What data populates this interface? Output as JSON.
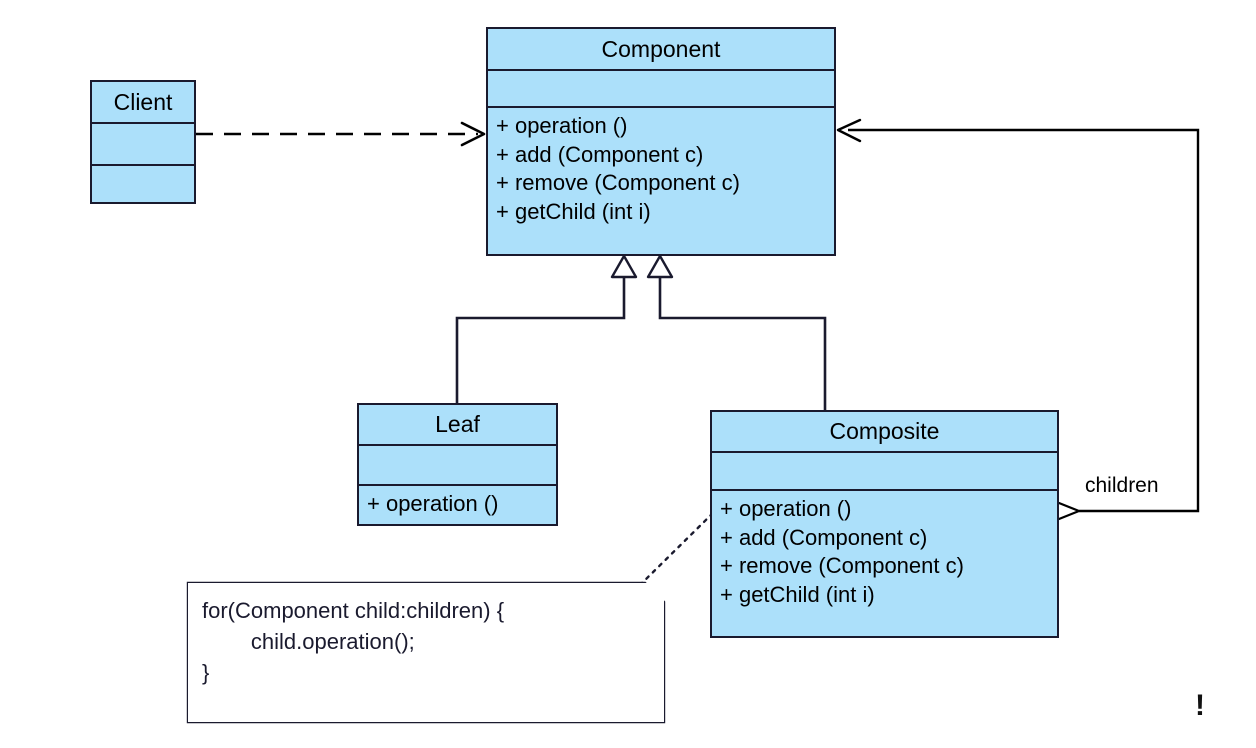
{
  "diagram": {
    "title": "Composite Pattern UML Class Diagram",
    "type": "uml-class-diagram",
    "background_color": "#ffffff",
    "class_fill_color": "#ace0fa",
    "class_border_color": "#1a1a2e",
    "line_color": "#000000"
  },
  "classes": [
    {
      "id": "client",
      "name": "Client",
      "attributes": [],
      "operations": []
    },
    {
      "id": "component",
      "name": "Component",
      "attributes": [],
      "operations": [
        "+ operation ()",
        "+ add (Component c)",
        "+ remove (Component c)",
        "+ getChild (int i)"
      ]
    },
    {
      "id": "leaf",
      "name": "Leaf",
      "attributes": [],
      "operations": [
        "+  operation ()"
      ]
    },
    {
      "id": "composite",
      "name": "Composite",
      "attributes": [],
      "operations": [
        "+ operation ()",
        "+ add (Component c)",
        "+ remove (Component c)",
        "+ getChild (int i)"
      ]
    }
  ],
  "note": {
    "id": "composite-operation-note",
    "lines": [
      "for(Component child:children) {",
      "        child.operation();",
      "}"
    ],
    "text": "for(Component child:children) {\n        child.operation();\n}"
  },
  "relationships": [
    {
      "id": "client-uses-component",
      "type": "dependency",
      "style": "dashed",
      "from": "client",
      "to": "component",
      "arrow": "open-arrow",
      "label": ""
    },
    {
      "id": "leaf-extends-component",
      "type": "generalization",
      "style": "solid",
      "from": "leaf",
      "to": "component",
      "arrow": "hollow-triangle",
      "label": ""
    },
    {
      "id": "composite-extends-component",
      "type": "generalization",
      "style": "solid",
      "from": "composite",
      "to": "component",
      "arrow": "hollow-triangle",
      "label": ""
    },
    {
      "id": "composite-aggregates-component",
      "type": "aggregation",
      "style": "solid",
      "from": "composite",
      "to": "component",
      "arrow": "open-arrow",
      "diamond": "hollow-diamond",
      "label": "children"
    },
    {
      "id": "note-anchor-composite",
      "type": "note-link",
      "style": "dotted",
      "from": "composite-operation-note",
      "to": "composite",
      "arrow": "none",
      "label": ""
    }
  ],
  "labels": {
    "children": "children",
    "stray_mark": "!"
  }
}
